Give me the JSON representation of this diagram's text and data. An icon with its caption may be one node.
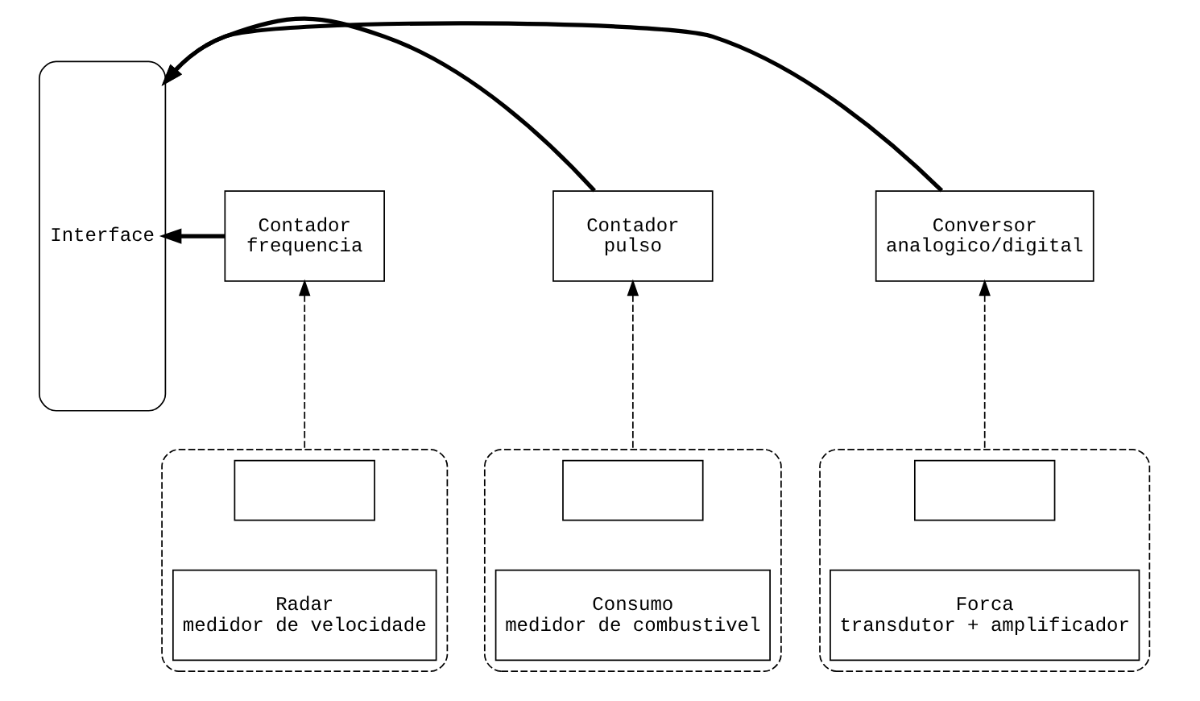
{
  "diagram": {
    "nodes": [
      {
        "text": [
          "Interface"
        ]
      },
      {
        "text": [
          "Contador",
          "frequencia"
        ]
      },
      {
        "text": [
          "Contador",
          "pulso"
        ]
      },
      {
        "text": [
          "Conversor",
          "analogico/digital"
        ]
      },
      {
        "text": [],
        "shape": "box"
      },
      {
        "text": [],
        "shape": "box",
        "in": 4
      },
      {
        "text": [
          "Radar",
          "medidor de velocidade"
        ],
        "in": 4
      },
      {
        "text": [],
        "shape": "box"
      },
      {
        "text": [],
        "shape": "box",
        "in": 7
      },
      {
        "text": [
          "Consumo",
          "medidor de combustivel"
        ],
        "in": 7
      },
      {
        "text": [],
        "shape": "box"
      },
      {
        "text": [],
        "shape": "box",
        "in": 10
      },
      {
        "text": [
          "Forca",
          "transdutor + amplificador"
        ],
        "in": 10
      }
    ],
    "edges": [
      {
        "from": 1,
        "to": 0,
        "arrow": "to",
        "style": "thick"
      },
      {
        "from": 2,
        "to": 0,
        "arrow": "to",
        "style": "thick"
      },
      {
        "from": 3,
        "to": 0,
        "arrow": "to",
        "style": "thick"
      },
      {
        "from": 4,
        "to": 1,
        "arrow": "to",
        "style": "dashed"
      },
      {
        "from": 7,
        "to": 2,
        "arrow": "to",
        "style": "dashed"
      },
      {
        "from": 10,
        "to": 3,
        "arrow": "to",
        "style": "dashed"
      }
    ]
  }
}
